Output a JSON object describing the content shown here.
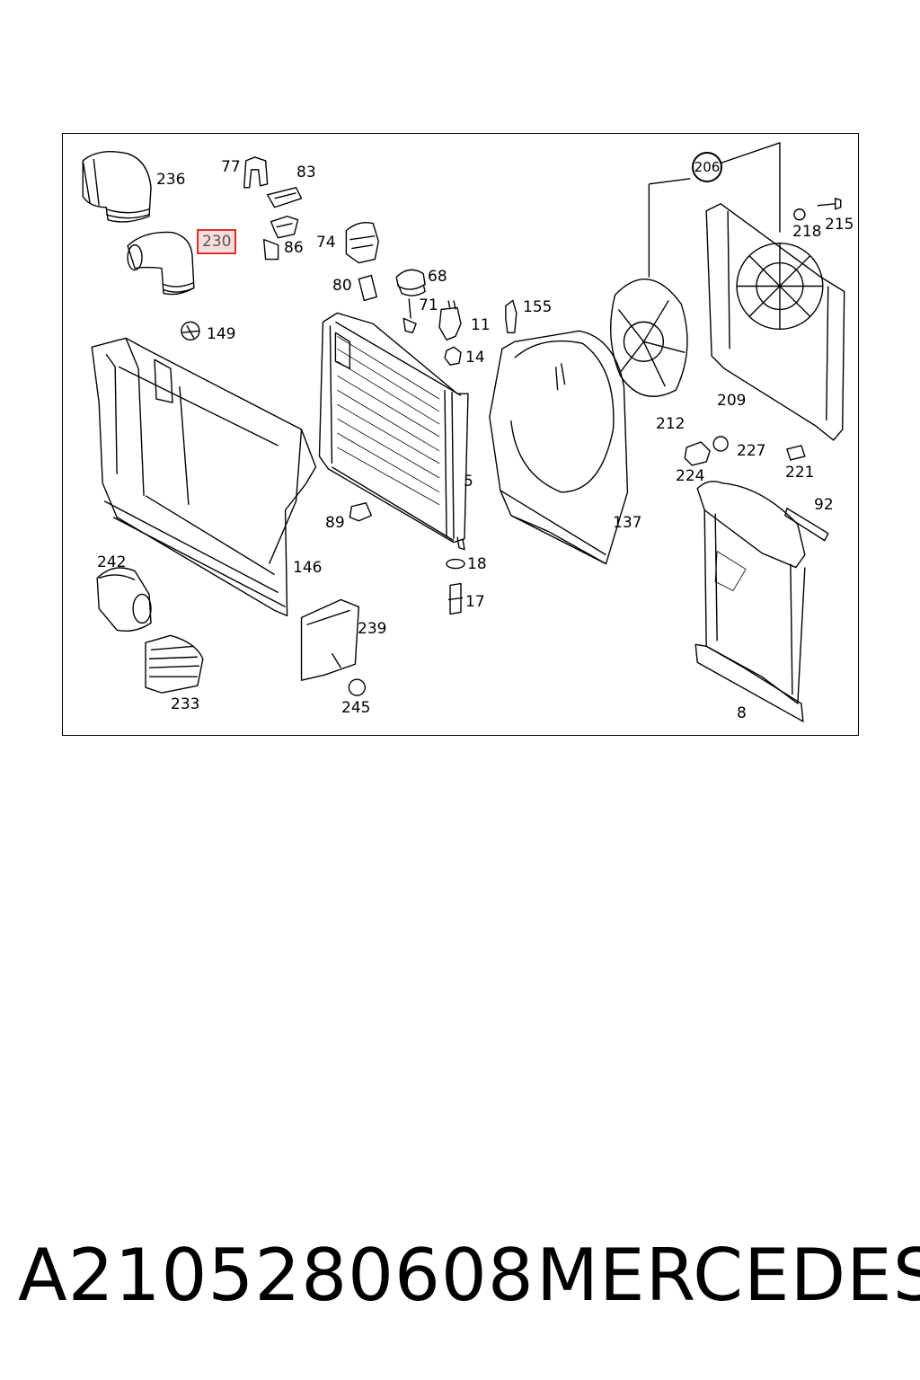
{
  "diagram": {
    "callouts": {
      "c236": "236",
      "c77": "77",
      "c83": "83",
      "c230": "230",
      "c86": "86",
      "c74": "74",
      "c80": "80",
      "c68": "68",
      "c71": "71",
      "c11": "11",
      "c155": "155",
      "c14": "14",
      "c149": "149",
      "c206": "206",
      "c218": "218",
      "c215": "215",
      "c212": "212",
      "c209": "209",
      "c227": "227",
      "c224": "224",
      "c221": "221",
      "c5": "5",
      "c92": "92",
      "c89": "89",
      "c137": "137",
      "c18": "18",
      "c146": "146",
      "c242": "242",
      "c17": "17",
      "c239": "239",
      "c233": "233",
      "c245": "245",
      "c8": "8"
    },
    "highlighted_callout": "230",
    "highlight_color": "#d9302c"
  },
  "footer": {
    "part_number": "A2105280608",
    "brand": "MERCEDES"
  }
}
